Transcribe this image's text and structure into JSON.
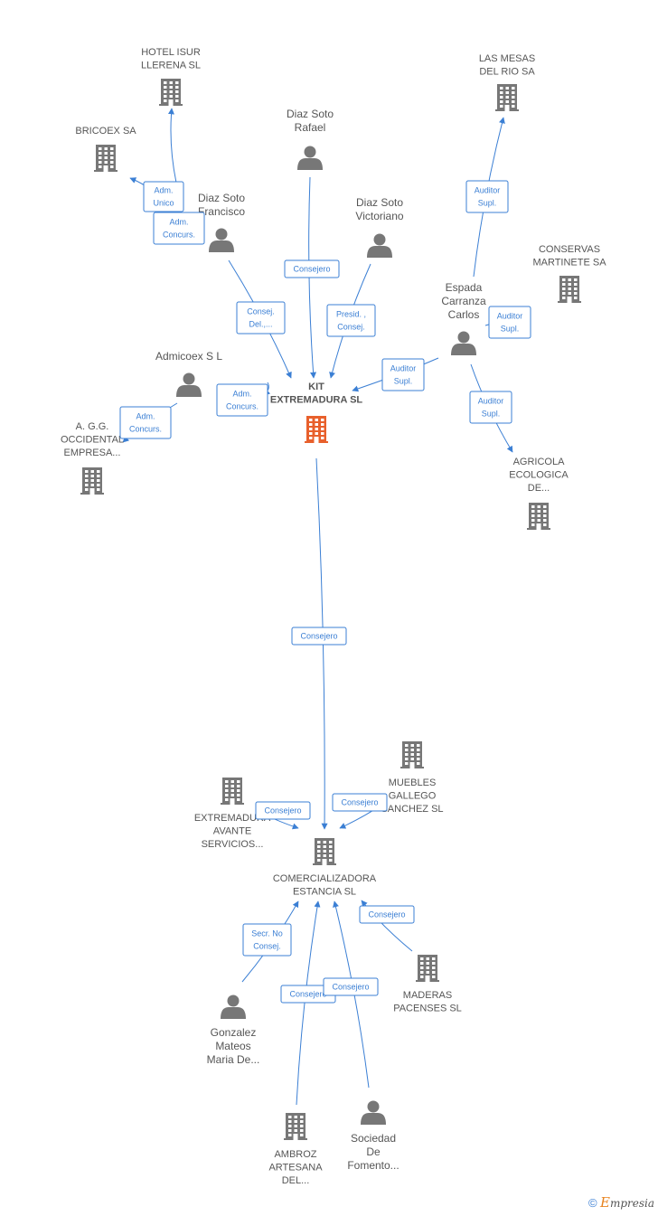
{
  "colors": {
    "edge": "#3b7fd4",
    "node": "#777777",
    "main_node": "#e8602c",
    "text": "#555555"
  },
  "nodes": [
    {
      "id": "kit",
      "type": "company",
      "main": true,
      "lines": [
        "KIT",
        "EXTREMADURA SL"
      ]
    },
    {
      "id": "hotel",
      "type": "company",
      "lines": [
        "HOTEL ISUR",
        "LLERENA SL"
      ]
    },
    {
      "id": "bricoex",
      "type": "company",
      "lines": [
        "BRICOEX SA"
      ]
    },
    {
      "id": "mesas",
      "type": "company",
      "lines": [
        "LAS MESAS",
        "DEL RIO SA"
      ]
    },
    {
      "id": "conservas",
      "type": "company",
      "lines": [
        "CONSERVAS",
        "MARTINETE SA"
      ]
    },
    {
      "id": "agg",
      "type": "company",
      "lines": [
        "A. G.G.",
        "OCCIDENTAL",
        "EMPRESA..."
      ]
    },
    {
      "id": "agricola",
      "type": "company",
      "lines": [
        "AGRICOLA",
        "ECOLOGICA",
        "DE..."
      ]
    },
    {
      "id": "muebles",
      "type": "company",
      "lines": [
        "MUEBLES",
        "GALLEGO",
        "SANCHEZ SL"
      ]
    },
    {
      "id": "extremadura",
      "type": "company",
      "lines": [
        "EXTREMADURA",
        "AVANTE",
        "SERVICIOS..."
      ]
    },
    {
      "id": "comercial",
      "type": "company",
      "lines": [
        "COMERCIALIZADORA",
        "ESTANCIA SL"
      ]
    },
    {
      "id": "maderas",
      "type": "company",
      "lines": [
        "MADERAS",
        "PACENSES SL"
      ]
    },
    {
      "id": "ambroz",
      "type": "company",
      "lines": [
        "AMBROZ",
        "ARTESANA",
        "DEL..."
      ]
    },
    {
      "id": "rafael",
      "type": "person",
      "lines": [
        "Diaz Soto",
        "Rafael"
      ]
    },
    {
      "id": "francisco",
      "type": "person",
      "lines": [
        "Diaz Soto",
        "Francisco"
      ]
    },
    {
      "id": "victoriano",
      "type": "person",
      "lines": [
        "Diaz Soto",
        "Victoriano"
      ]
    },
    {
      "id": "espada",
      "type": "person",
      "lines": [
        "Espada",
        "Carranza",
        "Carlos"
      ]
    },
    {
      "id": "admicoex",
      "type": "person",
      "lines": [
        "Admicoex S L"
      ]
    },
    {
      "id": "gonzalez",
      "type": "person",
      "lines": [
        "Gonzalez",
        "Mateos",
        "Maria De..."
      ]
    },
    {
      "id": "sociedad",
      "type": "person",
      "lines": [
        "Sociedad",
        "De",
        "Fomento..."
      ]
    }
  ],
  "edges": [
    {
      "from": "admicoex",
      "to": "hotel",
      "lines": [
        "Adm.",
        "Unico"
      ]
    },
    {
      "from": "admicoex",
      "to": "bricoex",
      "lines": [
        "Adm.",
        "Concurs."
      ]
    },
    {
      "from": "rafael",
      "to": "kit",
      "lines": [
        "Consejero"
      ]
    },
    {
      "from": "francisco",
      "to": "kit",
      "lines": [
        "Consej.",
        "Del.,..."
      ]
    },
    {
      "from": "victoriano",
      "to": "kit",
      "lines": [
        "Presid. ,",
        "Consej."
      ]
    },
    {
      "from": "espada",
      "to": "kit",
      "lines": [
        "Auditor",
        "Supl."
      ]
    },
    {
      "from": "espada",
      "to": "mesas",
      "lines": [
        "Auditor",
        "Supl."
      ]
    },
    {
      "from": "espada",
      "to": "conservas",
      "lines": [
        "Auditor",
        "Supl."
      ]
    },
    {
      "from": "espada",
      "to": "agricola",
      "lines": [
        "Auditor",
        "Supl."
      ]
    },
    {
      "from": "admicoex",
      "to": "kit",
      "lines": [
        "Adm.",
        "Concurs."
      ]
    },
    {
      "from": "admicoex",
      "to": "agg",
      "lines": [
        "Adm.",
        "Concurs."
      ]
    },
    {
      "from": "kit",
      "to": "comercial",
      "lines": [
        "Consejero"
      ]
    },
    {
      "from": "extremadura",
      "to": "comercial",
      "lines": [
        "Consejero"
      ]
    },
    {
      "from": "muebles",
      "to": "comercial",
      "lines": [
        "Consejero"
      ]
    },
    {
      "from": "maderas",
      "to": "comercial",
      "lines": [
        "Consejero"
      ]
    },
    {
      "from": "gonzalez",
      "to": "comercial",
      "lines": [
        "Secr.  No",
        "Consej."
      ]
    },
    {
      "from": "ambroz",
      "to": "comercial",
      "lines": [
        "Consejero"
      ]
    },
    {
      "from": "sociedad",
      "to": "comercial",
      "lines": [
        "Consejero"
      ]
    }
  ],
  "brand": {
    "copyright": "©",
    "e": "E",
    "rest": "mpresia"
  }
}
